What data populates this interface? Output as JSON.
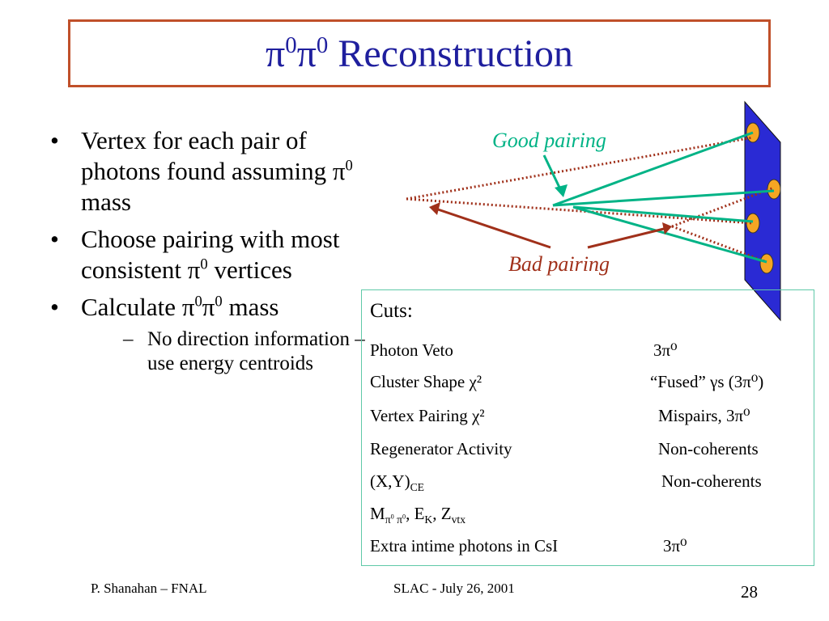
{
  "title": {
    "pi1": "π",
    "sup1": "0",
    "pi2": "π",
    "sup2": "0",
    "text": " Reconstruction"
  },
  "bullets": [
    {
      "marker": "•",
      "text_a": "Vertex for each pair of photons found assuming ",
      "pi": "π",
      "sup": "0",
      "text_b": " mass"
    },
    {
      "marker": "•",
      "text_a": "Choose pairing with most consistent ",
      "pi": "π",
      "sup": "0",
      "text_b": " vertices"
    },
    {
      "marker": "•",
      "text_a": "Calculate ",
      "pi1": "π",
      "sup1": "0",
      "pi2": "π",
      "sup2": "0",
      "text_b": " mass"
    }
  ],
  "sub_bullet": {
    "marker": "–",
    "text": "No direction information – use energy centroids"
  },
  "diagram": {
    "good_label": "Good pairing",
    "bad_label": "Bad pairing"
  },
  "cuts": {
    "title": "Cuts:",
    "rows": [
      {
        "label": "Photon Veto",
        "value": "3π⁰"
      },
      {
        "label": "Cluster Shape χ²",
        "value": "“Fused” γs (3π⁰)"
      },
      {
        "label": "Vertex Pairing χ²",
        "value": "Mispairs, 3π⁰"
      },
      {
        "label": "Regenerator Activity",
        "value": "Non-coherents"
      },
      {
        "label_main": "(X,Y)",
        "label_sub": "CE",
        "value": "Non-coherents"
      },
      {
        "label_m": "M",
        "label_s1": "π",
        "label_s1sup": "0",
        "label_s2": " π",
        "label_s2sup": "0",
        "label_rest1": ", E",
        "label_ek": "K",
        "label_rest2": ", Z",
        "label_vtx": "vtx",
        "value": ""
      },
      {
        "label": "Extra intime photons in CsI",
        "value": "3π⁰"
      }
    ]
  },
  "footer": {
    "left": "P. Shanahan – FNAL",
    "center": "SLAC  -  July 26, 2001",
    "page": "28"
  },
  "colors": {
    "title": "#1f1f9e",
    "title_border": "#c0502a",
    "good": "#00b386",
    "bad": "#a0301a",
    "detector": "#2a2ad4",
    "cluster": "#f5a623",
    "cuts_border": "#5fc9a8"
  }
}
